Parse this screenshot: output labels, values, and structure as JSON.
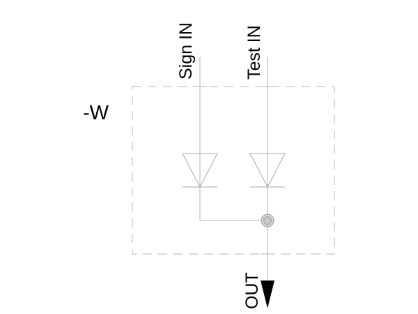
{
  "diagram": {
    "reference_designator": "-W",
    "inputs": [
      {
        "label": "Sign IN"
      },
      {
        "label": "Test IN"
      }
    ],
    "output": {
      "label": "OUT"
    },
    "colors": {
      "wire": "#b0b0b0",
      "box_dash": "#b4b4b4",
      "diode": "#a8a8a8",
      "junction_fill": "#d6d6d6",
      "junction_stroke": "#9a9a9a",
      "arrow": "#000000",
      "text": "#000000"
    }
  }
}
